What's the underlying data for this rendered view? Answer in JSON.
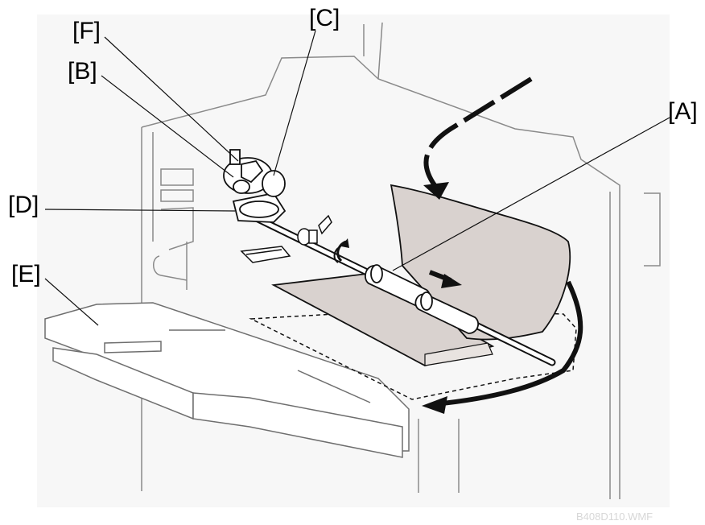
{
  "labels": {
    "a": "[A]",
    "b": "[B]",
    "c": "[C]",
    "d": "[D]",
    "e": "[E]",
    "f": "[F]"
  },
  "file_name": "B408D110.WMF",
  "colors": {
    "paper": "#d9d2cf",
    "line": "#111111",
    "light_line": "#8a8a8a",
    "panel": "#f7f7f7"
  }
}
